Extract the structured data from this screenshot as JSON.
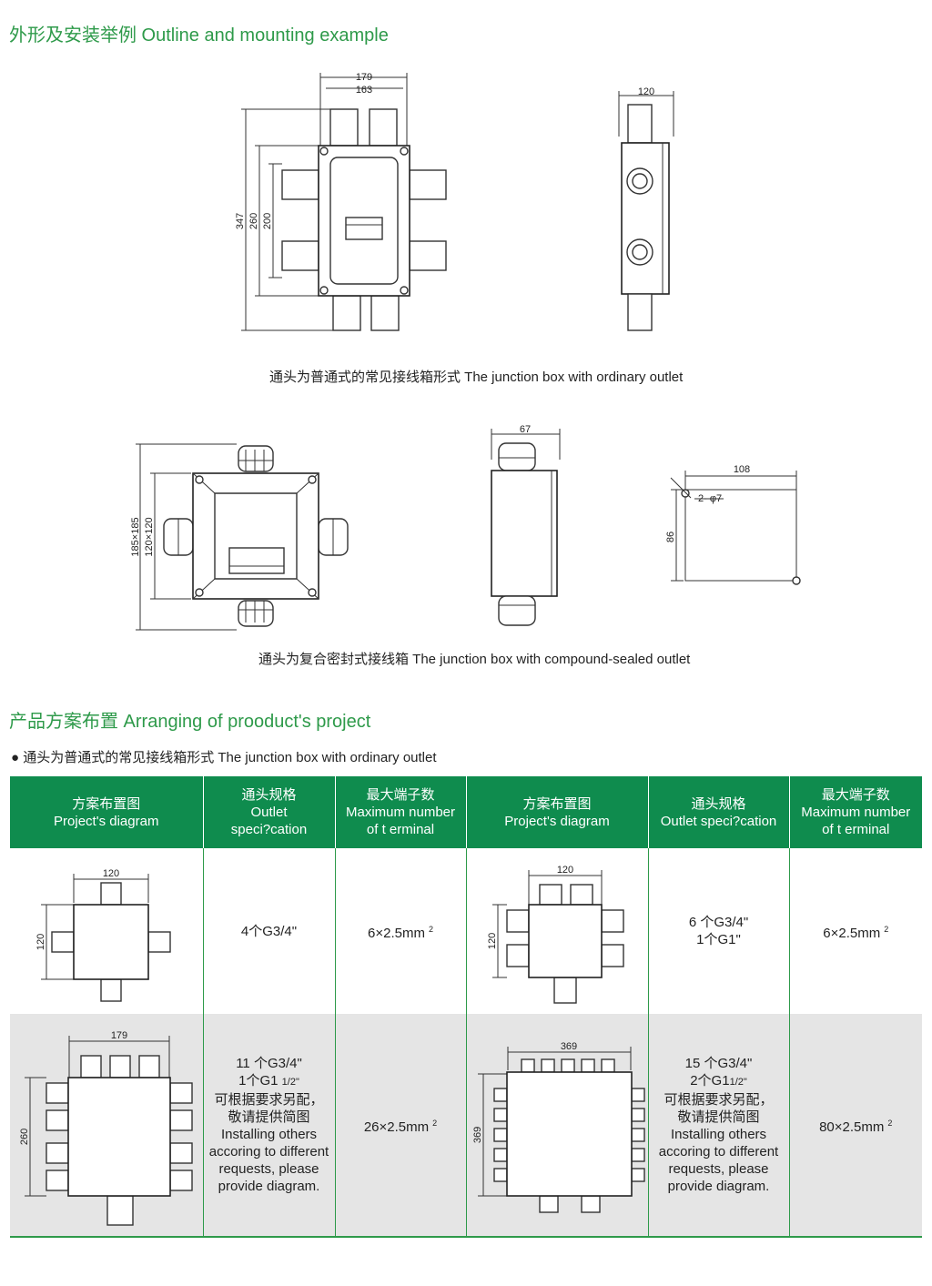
{
  "section1": {
    "title": "外形及安装举例 Outline and mounting example"
  },
  "fig1": {
    "dims": {
      "width_outer": "179",
      "width_inner": "163",
      "h1": "347",
      "h2": "260",
      "h3": "200",
      "side_width": "120"
    },
    "caption": "通头为普通式的常见接线箱形式 The junction box with ordinary outlet"
  },
  "fig2": {
    "dims": {
      "h_outer": "185×185",
      "h_inner": "120×120",
      "side_width": "67",
      "mount_w": "108",
      "mount_h": "86",
      "hole": "2- φ7"
    },
    "caption": "通头为复合密封式接线箱 The junction box with compound-sealed outlet"
  },
  "section2": {
    "title": "产品方案布置 Arranging of prooduct's project",
    "bullet": "● 通头为普通式的常见接线箱形式 The junction box with ordinary outlet"
  },
  "table": {
    "headers": [
      {
        "zh": "方案布置图",
        "en": "Project's diagram"
      },
      {
        "zh": "通头规格",
        "en1": "Outlet",
        "en2": "speci?cation"
      },
      {
        "zh": "最大端子数",
        "en1": "Maximum number",
        "en2": "of t erminal"
      },
      {
        "zh": "方案布置图",
        "en": "Project's diagram"
      },
      {
        "zh": "通头规格",
        "en": "Outlet speci?cation"
      },
      {
        "zh": "最大端子数",
        "en1": "Maximum number",
        "en2": "of t erminal"
      }
    ],
    "row1": {
      "d1_w": "120",
      "d1_h": "120",
      "spec1": "4个G3/4\"",
      "max1": "6×2.5mm",
      "max1_sup": "2",
      "d2_w": "120",
      "d2_h": "120",
      "spec2_l1": "6 个G3/4\"",
      "spec2_l2": "1个G1\"",
      "max2": "6×2.5mm",
      "max2_sup": "2"
    },
    "row2": {
      "d1_w": "179",
      "d1_h": "260",
      "spec1_l1": "11 个G3/4\"",
      "spec1_l2": "1个G1",
      "spec1_l2_sub": "1/2\"",
      "spec1_l3": "可根据要求另配，",
      "spec1_l4": "敬请提供简图",
      "spec1_l5": "Installing others",
      "spec1_l6": "accoring to different",
      "spec1_l7": "requests, please",
      "spec1_l8": "provide diagram.",
      "max1": "26×2.5mm",
      "max1_sup": "2",
      "d2_w": "369",
      "d2_h": "369",
      "spec2_l1": "15 个G3/4\"",
      "spec2_l2": "2个G1",
      "spec2_l2_sub": "1/2\"",
      "spec2_l3": "可根据要求另配，",
      "spec2_l4": "敬请提供简图",
      "spec2_l5": "Installing others",
      "spec2_l6": "accoring to different",
      "spec2_l7": "requests, please",
      "spec2_l8": "provide diagram.",
      "max2": "80×2.5mm",
      "max2_sup": "2"
    }
  }
}
